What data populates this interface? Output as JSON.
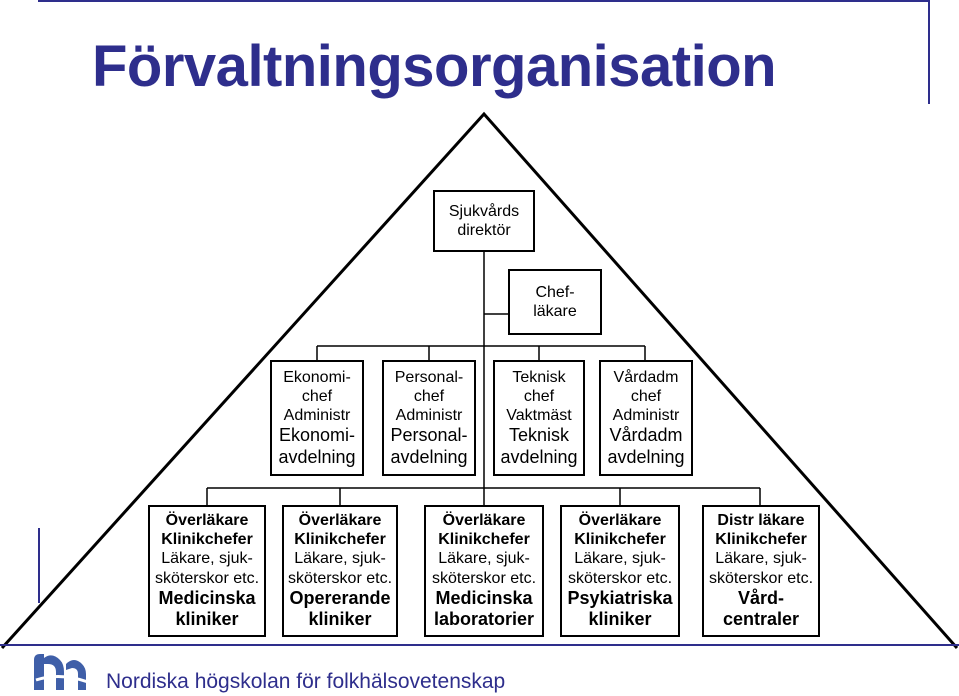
{
  "title": "Förvaltningsorganisation",
  "director": {
    "l1": "Sjukvårds",
    "l2": "direktör"
  },
  "chief_physician": {
    "l1": "Chef-",
    "l2": "läkare"
  },
  "departments": [
    {
      "l1": "Ekonomi-",
      "l2": "chef",
      "l3": "Administr",
      "l4": "Ekonomi-",
      "l5": "avdelning"
    },
    {
      "l1": "Personal-",
      "l2": "chef",
      "l3": "Administr",
      "l4": "Personal-",
      "l5": "avdelning"
    },
    {
      "l1": "Teknisk",
      "l2": "chef",
      "l3": "Vaktmäst",
      "l4": "Teknisk",
      "l5": "avdelning"
    },
    {
      "l1": "Vårdadm",
      "l2": "chef",
      "l3": "Administr",
      "l4": "Vårdadm",
      "l5": "avdelning"
    }
  ],
  "clinics": [
    {
      "l1": "Överläkare",
      "l2": "Klinikchefer",
      "l3": "Läkare, sjuk-",
      "l4": "sköterskor etc.",
      "l5": "Medicinska",
      "l6": "kliniker"
    },
    {
      "l1": "Överläkare",
      "l2": "Klinikchefer",
      "l3": "Läkare, sjuk-",
      "l4": "sköterskor etc.",
      "l5": "Opererande",
      "l6": "kliniker"
    },
    {
      "l1": "Överläkare",
      "l2": "Klinikchefer",
      "l3": "Läkare, sjuk-",
      "l4": "sköterskor etc.",
      "l5": "Medicinska",
      "l6": "laboratorier"
    },
    {
      "l1": "Överläkare",
      "l2": "Klinikchefer",
      "l3": "Läkare, sjuk-",
      "l4": "sköterskor etc.",
      "l5": "Psykiatriska",
      "l6": "kliniker"
    },
    {
      "l1": "Distr läkare",
      "l2": "Klinikchefer",
      "l3": "Läkare, sjuk-",
      "l4": "sköterskor etc.",
      "l5": "Vård-",
      "l6": "centraler"
    }
  ],
  "footer": {
    "text": "Nordiska högskolan för folkhälsovetenskap"
  },
  "colors": {
    "title": "#2e2e8c",
    "footer": "#2e2e8c",
    "logo": "#3f5fa8"
  }
}
